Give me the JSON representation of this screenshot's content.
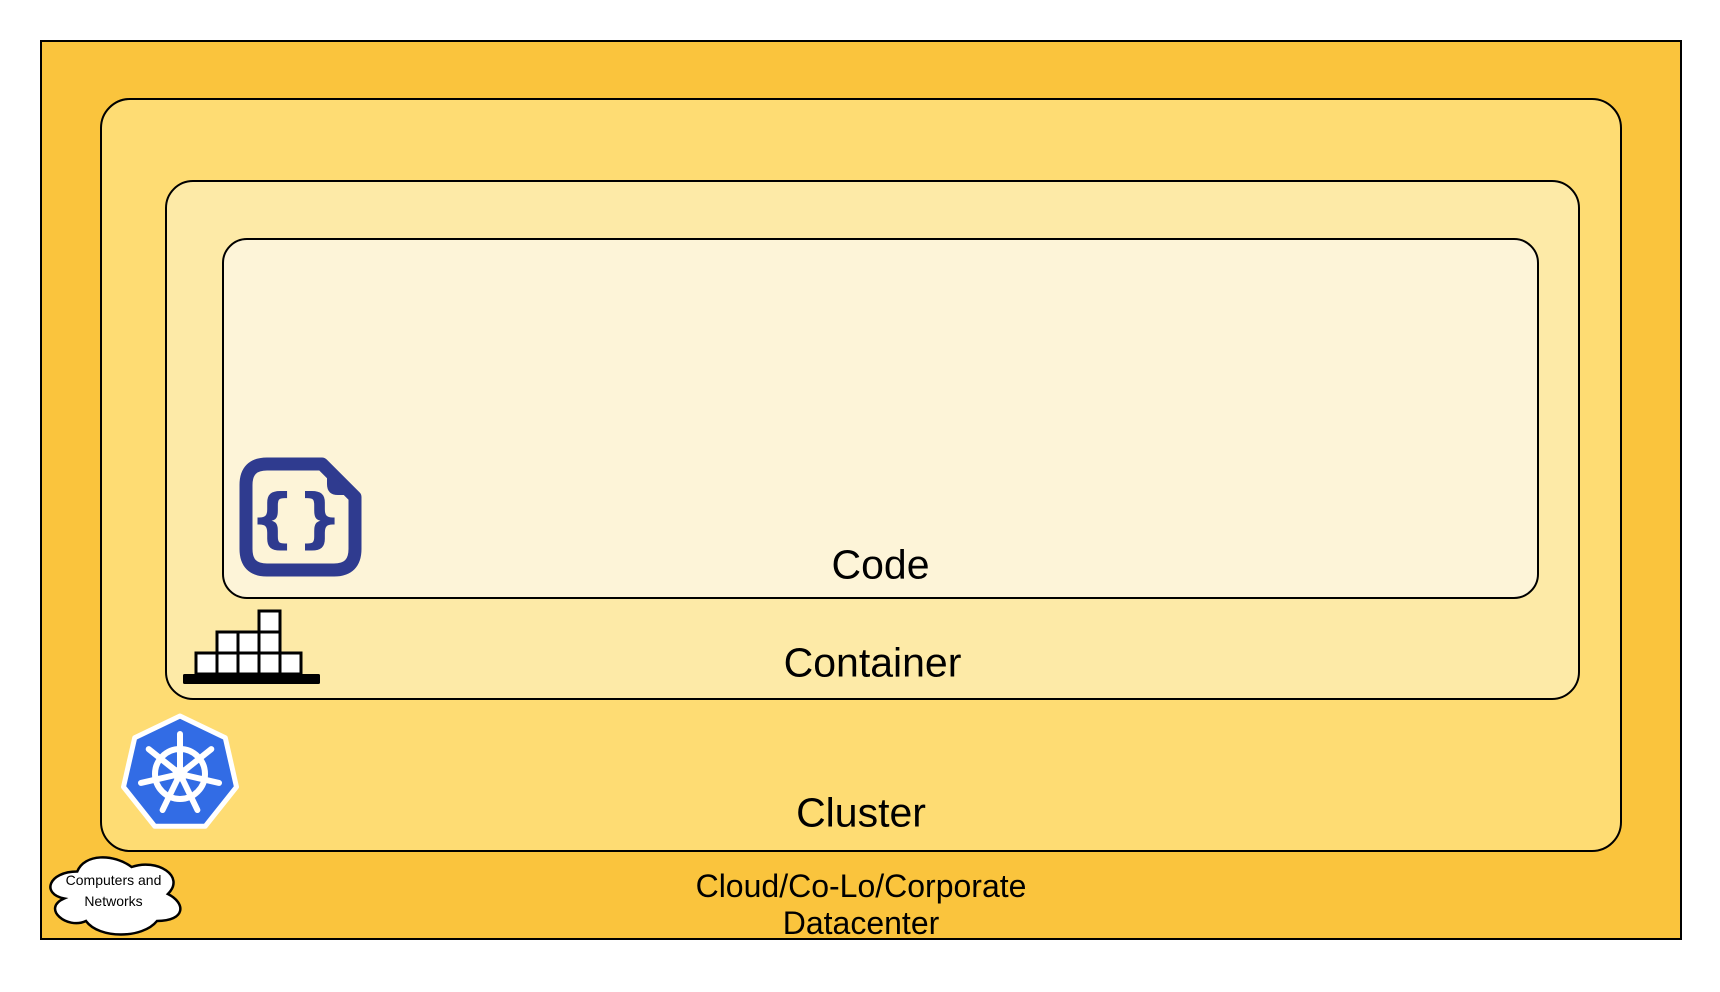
{
  "colors": {
    "datacenter_fill": "#FAC43D",
    "cluster_fill": "#FEDC73",
    "container_fill": "#FDEAA7",
    "code_fill": "#FDF4D8",
    "border": "#000000",
    "code_icon_navy": "#2F3B8F",
    "kubernetes_blue": "#326CE5",
    "icon_white": "#FFFFFF",
    "container_icon_black": "#000000"
  },
  "layers": {
    "code": {
      "label": "Code"
    },
    "container": {
      "label": "Container"
    },
    "cluster": {
      "label": "Cluster"
    },
    "datacenter": {
      "label_line1": "Cloud/Co-Lo/Corporate",
      "label_line2": "Datacenter"
    }
  },
  "cloud": {
    "line1": "Computers and",
    "line2": "Networks"
  },
  "icons": {
    "code_glyph": "{}"
  }
}
